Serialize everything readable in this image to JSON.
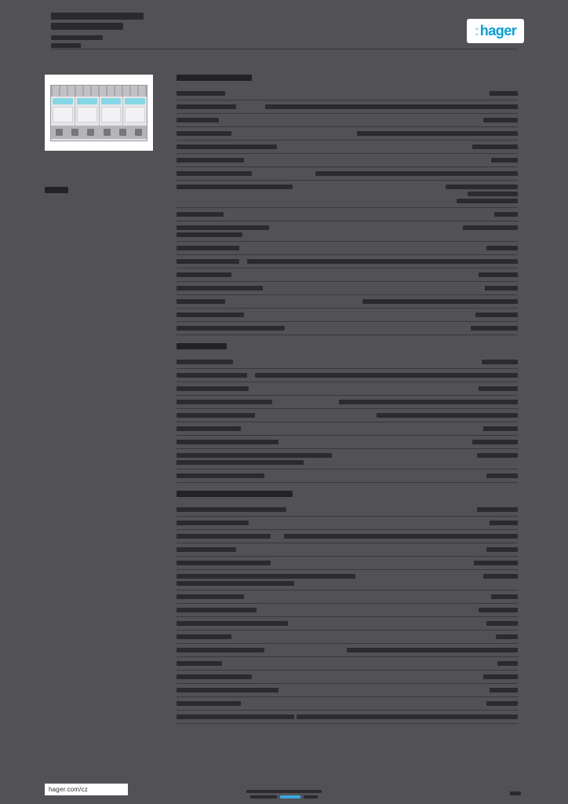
{
  "colors": {
    "page_bg": "#525256",
    "text_bar": "#2b2b2e",
    "heading_bar": "#232326",
    "rule": "#39393c",
    "logo_blue": "#009fe3",
    "logo_mark_blue": "#8fd4f2",
    "link_blue": "#3aa7e0",
    "photo_bg": "#ffffff",
    "device_label_teal": "#86d7e4"
  },
  "logo": {
    "mark": ":",
    "text": "hager"
  },
  "footer": {
    "site": "hager.com/cz",
    "center": {
      "line1": [
        {
          "w": 96
        }
      ],
      "line2": [
        {
          "w": 34
        },
        {
          "w": 26,
          "blue": true
        },
        {
          "w": 18
        }
      ]
    },
    "page_bar_w": 14
  },
  "masthead": {
    "bars": [
      {
        "w": 118,
        "h": 9,
        "mt": 0
      },
      {
        "w": 92,
        "h": 9,
        "mt": 4
      },
      {
        "w": 66,
        "h": 6,
        "mt": 7
      },
      {
        "w": 38,
        "h": 6,
        "mt": 4
      }
    ]
  },
  "product": {
    "ref_bar_w": 30
  },
  "spec": {
    "sections": [
      {
        "heading_w": 96,
        "rows": [
          {
            "label": [
              62
            ],
            "value": [
              36
            ]
          },
          {
            "label": [
              76
            ],
            "value": [
              322
            ]
          },
          {
            "label": [
              54
            ],
            "value": [
              44
            ]
          },
          {
            "label": [
              70
            ],
            "value": [
              205
            ]
          },
          {
            "label": [
              128
            ],
            "value": [
              58
            ]
          },
          {
            "label": [
              86
            ],
            "value": [
              34
            ]
          },
          {
            "label": [
              96
            ],
            "value": [
              258
            ]
          },
          {
            "label": [
              148
            ],
            "value": [
              92,
              64,
              78
            ]
          },
          {
            "label": [
              60
            ],
            "value": [
              30
            ]
          },
          {
            "label": [
              118,
              84
            ],
            "value": [
              70
            ]
          },
          {
            "label": [
              80
            ],
            "value": [
              40
            ]
          },
          {
            "label": [
              80
            ],
            "value": [
              345
            ]
          },
          {
            "label": [
              70
            ],
            "value": [
              50
            ]
          },
          {
            "label": [
              110
            ],
            "value": [
              42
            ]
          },
          {
            "label": [
              62
            ],
            "value": [
              198
            ]
          },
          {
            "label": [
              86
            ],
            "value": [
              54
            ]
          },
          {
            "label": [
              138
            ],
            "value": [
              60
            ]
          }
        ]
      },
      {
        "heading_w": 64,
        "rows": [
          {
            "label": [
              72
            ],
            "value": [
              46
            ]
          },
          {
            "label": [
              90
            ],
            "value": [
              335
            ]
          },
          {
            "label": [
              92
            ],
            "value": [
              50
            ]
          },
          {
            "label": [
              122
            ],
            "value": [
              228
            ]
          },
          {
            "label": [
              100
            ],
            "value": [
              180
            ]
          },
          {
            "label": [
              82
            ],
            "value": [
              44
            ]
          },
          {
            "label": [
              130
            ],
            "value": [
              58
            ]
          },
          {
            "label": [
              198,
              162
            ],
            "value": [
              52
            ]
          },
          {
            "label": [
              112
            ],
            "value": [
              40
            ]
          }
        ]
      },
      {
        "heading_w": 148,
        "rows": [
          {
            "label": [
              140
            ],
            "value": [
              52
            ]
          },
          {
            "label": [
              92
            ],
            "value": [
              36
            ]
          },
          {
            "label": [
              120
            ],
            "value": [
              298
            ]
          },
          {
            "label": [
              76
            ],
            "value": [
              40
            ]
          },
          {
            "label": [
              120
            ],
            "value": [
              56
            ]
          },
          {
            "label": [
              228,
              150
            ],
            "value": [
              44
            ]
          },
          {
            "label": [
              86
            ],
            "value": [
              34
            ]
          },
          {
            "label": [
              102
            ],
            "value": [
              50
            ]
          },
          {
            "label": [
              142
            ],
            "value": [
              40
            ]
          },
          {
            "label": [
              70
            ],
            "value": [
              28
            ]
          },
          {
            "label": [
              112
            ],
            "value": [
              218
            ]
          },
          {
            "label": [
              58
            ],
            "value": [
              26
            ]
          },
          {
            "label": [
              96
            ],
            "value": [
              44
            ]
          },
          {
            "label": [
              130
            ],
            "value": [
              36
            ]
          },
          {
            "label": [
              82
            ],
            "value": [
              40
            ]
          },
          {
            "label": [
              150
            ],
            "value": [
              282
            ]
          }
        ]
      }
    ]
  }
}
